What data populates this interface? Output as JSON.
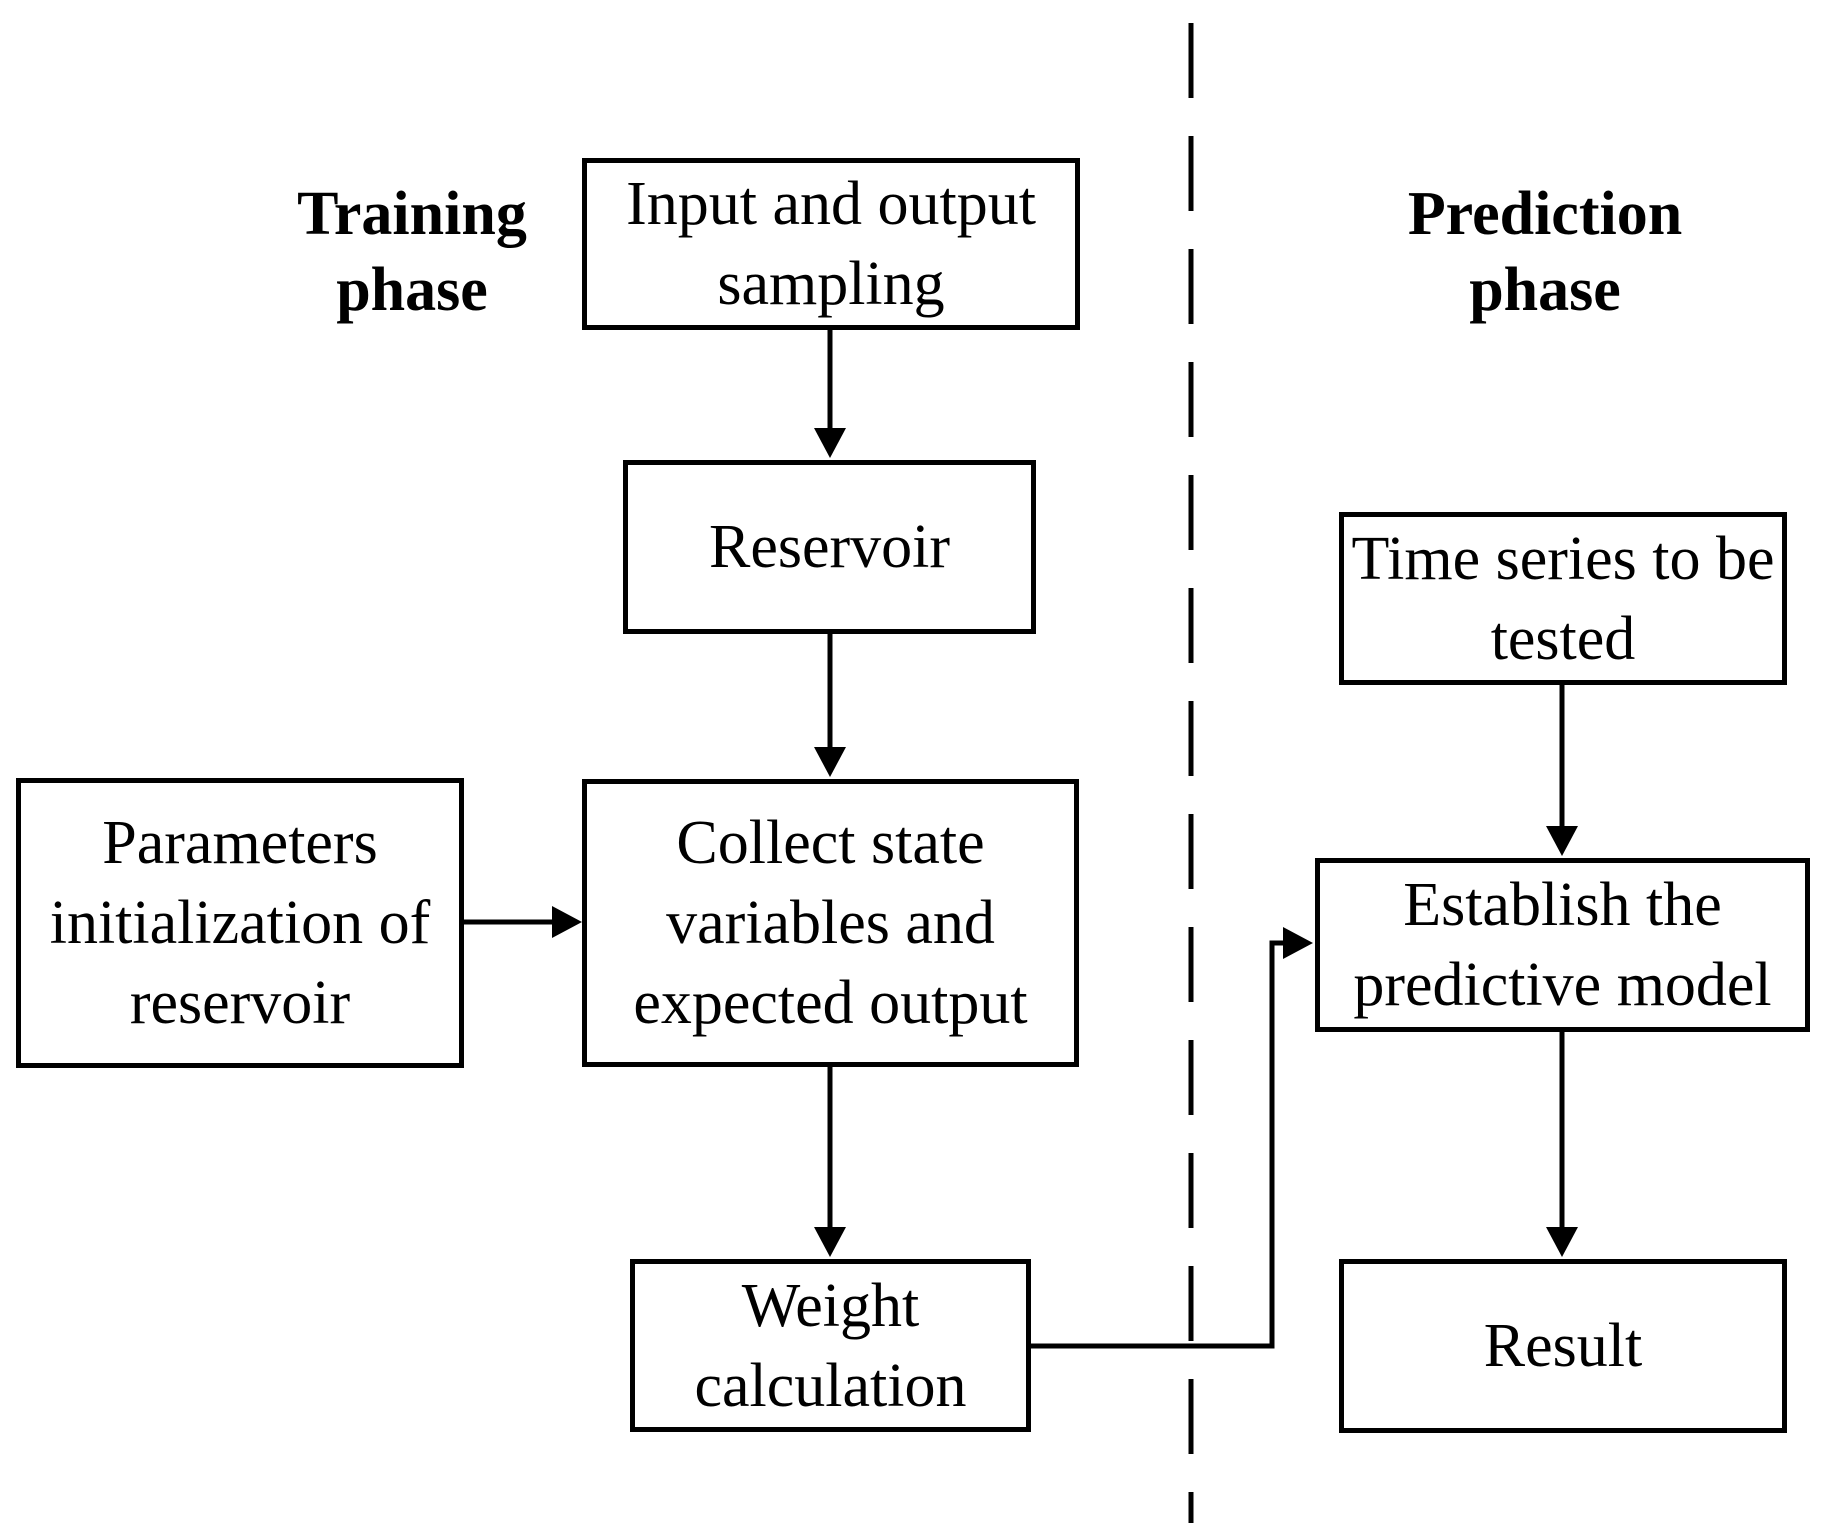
{
  "figure": {
    "background": "#ffffff",
    "line_color": "#000000",
    "divider_style": "dashed"
  },
  "phases": {
    "training": {
      "lines": [
        "Training",
        "phase"
      ]
    },
    "prediction": {
      "lines": [
        "Prediction",
        "phase"
      ]
    }
  },
  "boxes": {
    "input_output": {
      "lines": [
        "Input and output",
        "sampling"
      ]
    },
    "reservoir": {
      "lines": [
        "Reservoir"
      ]
    },
    "parameters": {
      "lines": [
        "Parameters",
        "initialization of",
        "reservoir"
      ]
    },
    "collect": {
      "lines": [
        "Collect state",
        "variables and",
        "expected output"
      ]
    },
    "weight": {
      "lines": [
        "Weight",
        "calculation"
      ]
    },
    "time_series": {
      "lines": [
        "Time series to be",
        "tested"
      ]
    },
    "establish": {
      "lines": [
        "Establish the",
        "predictive model"
      ]
    },
    "result": {
      "lines": [
        "Result"
      ]
    }
  }
}
